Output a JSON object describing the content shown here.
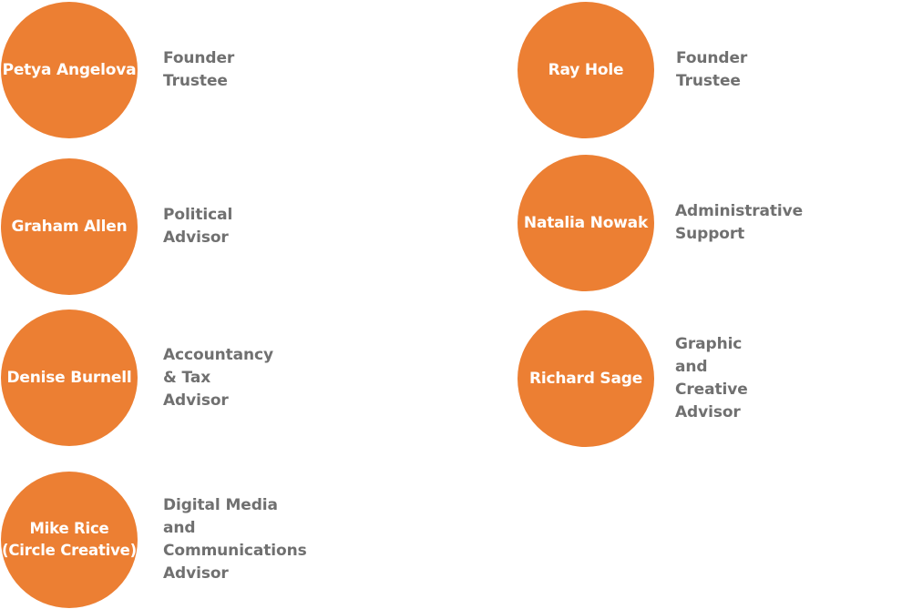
{
  "theme": {
    "circle_color": "#ec7f33",
    "name_color": "#ffffff",
    "role_color": "#707070"
  },
  "team": [
    {
      "name": "Petya Angelova",
      "role": "Founder Trustee"
    },
    {
      "name": "Ray Hole",
      "role": "Founder Trustee"
    },
    {
      "name": "Graham Allen",
      "role": "Political Advisor"
    },
    {
      "name": "Natalia Nowak",
      "role": "Administrative Support"
    },
    {
      "name": "Denise Burnell",
      "role": "Accountancy & Tax Advisor"
    },
    {
      "name": "Richard Sage",
      "role": "Graphic and Creative Advisor"
    },
    {
      "name": "Mike Rice\n(Circle Creative)",
      "role": "Digital Media and Communications\nAdvisor"
    }
  ]
}
